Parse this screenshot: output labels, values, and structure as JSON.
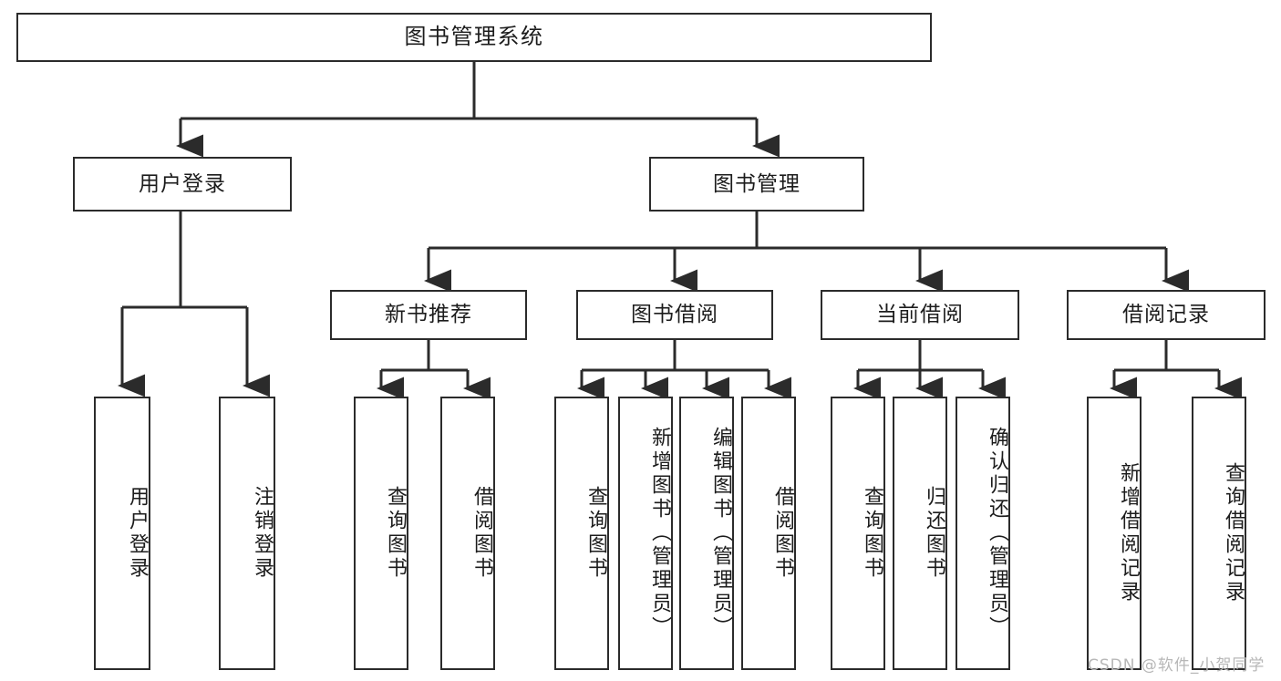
{
  "diagram": {
    "type": "tree-hierarchy-chart",
    "title": "图书管理系统",
    "stroke_color": "#2b2b2b",
    "fill_color": "#ffffff",
    "text_color": "#1c1c1c",
    "levels": 4
  },
  "root": {
    "label": "图书管理系统"
  },
  "level2": [
    {
      "label": "用户登录"
    },
    {
      "label": "图书管理"
    }
  ],
  "level3": [
    {
      "label": "新书推荐"
    },
    {
      "label": "图书借阅"
    },
    {
      "label": "当前借阅"
    },
    {
      "label": "借阅记录"
    }
  ],
  "leaves": {
    "user_login": [
      {
        "label": "用户登录"
      },
      {
        "label": "注销登录"
      }
    ],
    "new_book_recommend": [
      {
        "label": "查询图书"
      },
      {
        "label": "借阅图书"
      }
    ],
    "book_borrow": [
      {
        "label": "查询图书"
      },
      {
        "label": "新增图书（管理员）"
      },
      {
        "label": "编辑图书（管理员）"
      },
      {
        "label": "借阅图书"
      }
    ],
    "current_borrow": [
      {
        "label": "查询图书"
      },
      {
        "label": "归还图书"
      },
      {
        "label": "确认归还（管理员）"
      }
    ],
    "borrow_record": [
      {
        "label": "新增借阅记录"
      },
      {
        "label": "查询借阅记录"
      }
    ]
  },
  "watermark": {
    "text": "CSDN @软件_小贺同学"
  }
}
